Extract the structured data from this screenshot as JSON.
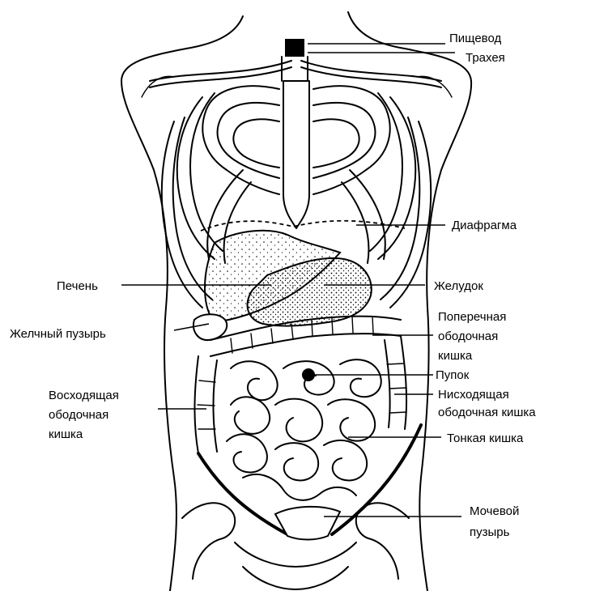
{
  "labels": {
    "esophagus": "Пищевод",
    "trachea": "Трахея",
    "diaphragm": "Диафрагма",
    "liver": "Печень",
    "stomach": "Желудок",
    "gallbladder": "Желчный пузырь",
    "transverse_colon": [
      "Поперечная",
      "ободочная",
      "кишка"
    ],
    "navel": "Пупок",
    "ascending_colon": [
      "Восходящая",
      "ободочная",
      "кишка"
    ],
    "descending_colon": [
      "Нисходящая",
      "ободочная кишка"
    ],
    "small_intestine": "Тонкая кишка",
    "bladder": [
      "Мочевой",
      "пузырь"
    ]
  }
}
